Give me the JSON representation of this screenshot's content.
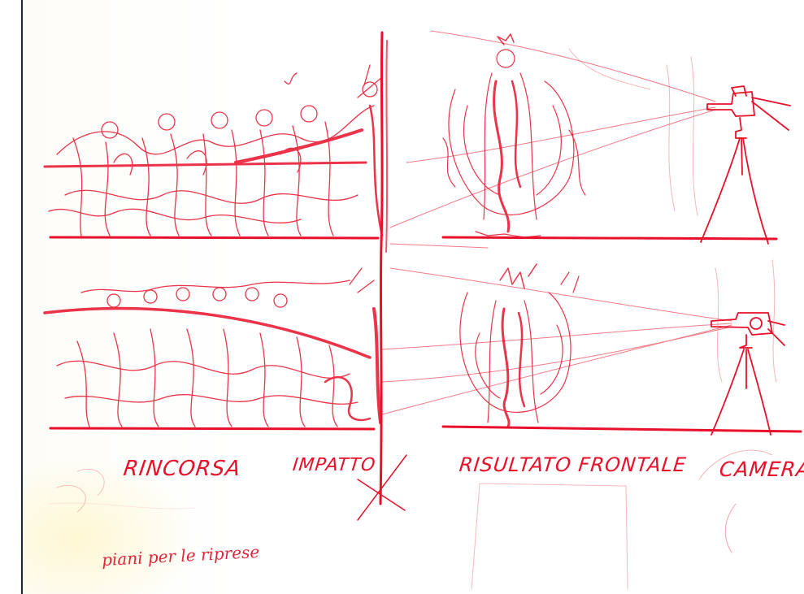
{
  "labels": {
    "rincorsa": "RINCORSA",
    "impatto": "IMPATTO",
    "risultato": "RISULTATO FRONTALE",
    "camera": "CAMERA",
    "note": "piani per le riprese"
  },
  "colors": {
    "ink": "#e8102a",
    "ink_light": "#f06a78",
    "paper": "#ffffff",
    "page_edge": "#1e2a3a"
  }
}
